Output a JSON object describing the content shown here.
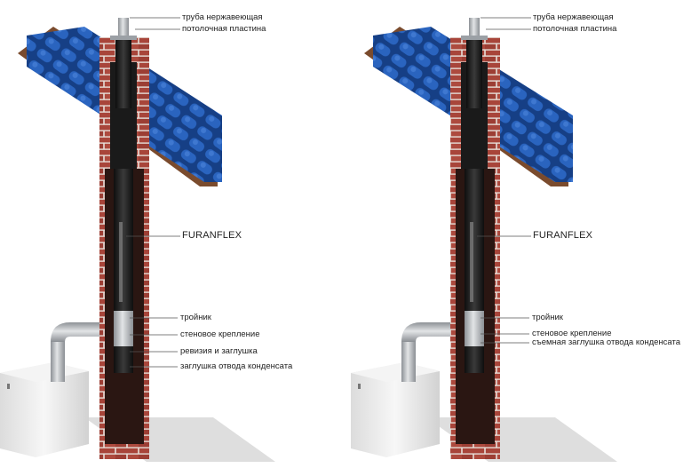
{
  "diagrams": [
    {
      "labels": {
        "pipe": "труба нержавеющая",
        "ceiling_plate": "потолочная пластина",
        "liner": "FURANFLEX",
        "tee": "тройник",
        "wall_bracket": "стеновое крепление",
        "revision": "ревизия и заглушка",
        "condensate_cap": "заглушка отвода конденсата"
      }
    },
    {
      "labels": {
        "pipe": "труба нержавеющая",
        "ceiling_plate": "потолочная пластина",
        "liner": "FURANFLEX",
        "tee": "тройник",
        "wall_bracket": "стеновое крепление",
        "condensate_cap": "съемная заглушка отвода конденсата"
      }
    }
  ],
  "colors": {
    "brick": "#a8453a",
    "mortar": "#e8e2dc",
    "roof_tile": "#1d4f9e",
    "liner": "#1e1e1e",
    "steel": "#b9bcc0",
    "boiler": "#eeeeee"
  }
}
